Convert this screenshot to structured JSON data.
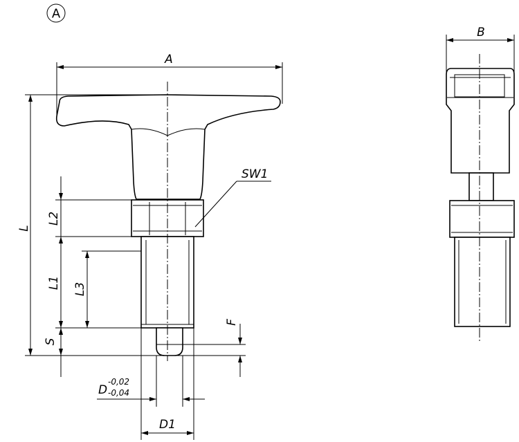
{
  "view_label": "A",
  "dimensions": {
    "A": "A",
    "B": "B",
    "L": "L",
    "L1": "L1",
    "L2": "L2",
    "L3": "L3",
    "S": "S",
    "F": "F",
    "SW1": "SW1",
    "D": "D",
    "D_tol_upper": "-0,02",
    "D_tol_lower": "-0,04",
    "D1": "D1"
  }
}
